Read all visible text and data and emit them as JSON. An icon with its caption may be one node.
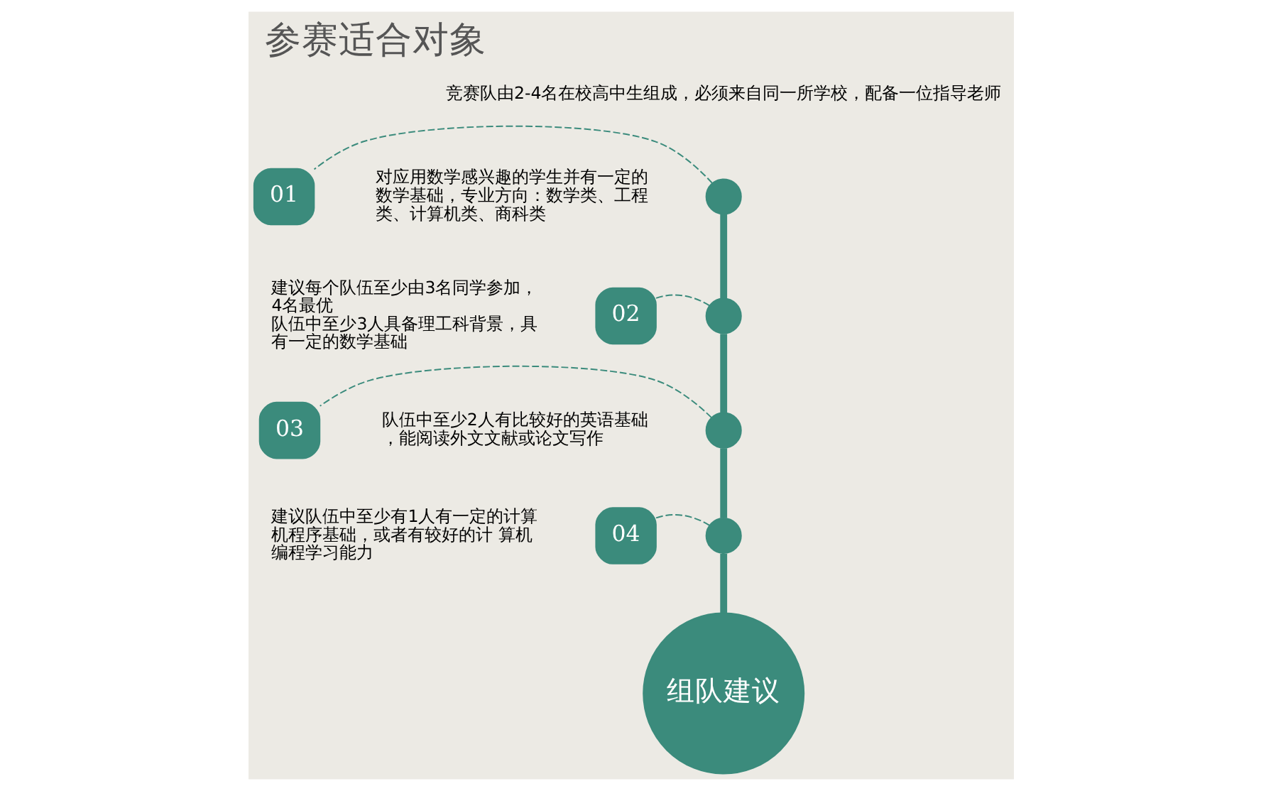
{
  "diagram": {
    "title": "参赛适合对象",
    "nodes": [
      {
        "text": [
          "01"
        ],
        "beside": [
          "对应用数学感兴趣的学生并有一定的数学基础，专业方向：数学类、工程类、计算机类、商科类"
        ]
      },
      {
        "text": [],
        "shape": "circle"
      },
      {
        "text": [
          "02"
        ],
        "beside": [
          "建议每个队伍至少由3名同学参加，4名最优",
          "队伍中至少3人具备理工科背景，具有一定的数学基础"
        ]
      },
      {
        "text": [],
        "shape": "circle"
      },
      {
        "text": [
          "03"
        ],
        "beside": [
          "队伍中至少2人有比较好的英语基础，能阅读外文文献或论文写作"
        ]
      },
      {
        "text": [],
        "shape": "circle"
      },
      {
        "text": [
          "04"
        ],
        "beside": [
          "建议队伍中至少有1人有一定的计算机程序基础，或者有较好的计 算机编程学习能力"
        ]
      },
      {
        "text": [],
        "shape": "circle"
      },
      {
        "text": [
          "组队建议"
        ]
      }
    ],
    "edges": [
      {
        "from": 1,
        "to": 0,
        "arrow": "none",
        "style": "dashed"
      },
      {
        "from": 2,
        "to": 3,
        "arrow": "none",
        "style": "dashed"
      },
      {
        "from": 5,
        "to": 4,
        "arrow": "none",
        "style": "dashed"
      },
      {
        "from": 6,
        "to": 7,
        "arrow": "none",
        "style": "dashed"
      },
      {
        "from": 1,
        "to": 3,
        "arrow": "none",
        "style": "thick"
      },
      {
        "from": 3,
        "to": 5,
        "arrow": "none",
        "style": "thick"
      },
      {
        "from": 5,
        "to": 7,
        "arrow": "none",
        "style": "thick"
      },
      {
        "from": 7,
        "to": 8,
        "arrow": "none",
        "style": "thick"
      }
    ],
    "labels": [
      "竞赛队由2-4名在校高中生组成，必须来自同一所学校，配备一位指导老师"
    ]
  }
}
